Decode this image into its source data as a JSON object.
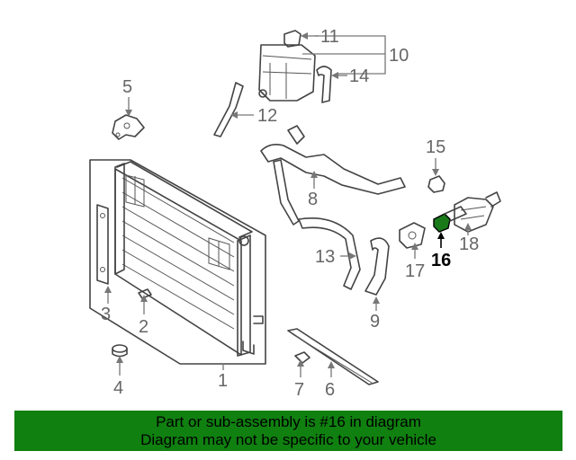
{
  "diagram": {
    "callouts": [
      {
        "id": "1",
        "label": "1"
      },
      {
        "id": "2",
        "label": "2"
      },
      {
        "id": "3",
        "label": "3"
      },
      {
        "id": "4",
        "label": "4"
      },
      {
        "id": "5",
        "label": "5"
      },
      {
        "id": "6",
        "label": "6"
      },
      {
        "id": "7",
        "label": "7"
      },
      {
        "id": "8",
        "label": "8"
      },
      {
        "id": "9",
        "label": "9"
      },
      {
        "id": "10",
        "label": "10"
      },
      {
        "id": "11",
        "label": "11"
      },
      {
        "id": "12",
        "label": "12"
      },
      {
        "id": "13",
        "label": "13"
      },
      {
        "id": "14",
        "label": "14"
      },
      {
        "id": "15",
        "label": "15"
      },
      {
        "id": "16",
        "label": "16"
      },
      {
        "id": "17",
        "label": "17"
      },
      {
        "id": "18",
        "label": "18"
      }
    ],
    "highlighted_part": "16",
    "highlight_color": "#108010"
  },
  "banner": {
    "line1": "Part or sub-assembly is #16 in diagram",
    "line2": "Diagram may not be specific to your vehicle",
    "background": "#108010"
  }
}
